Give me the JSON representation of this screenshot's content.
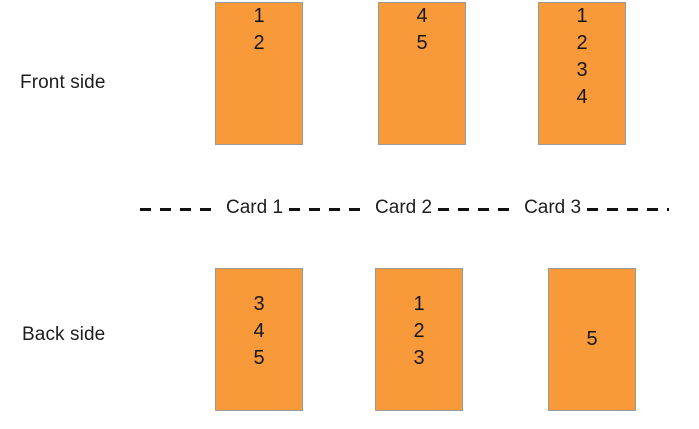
{
  "figure": {
    "background_color": "#ffffff",
    "card_fill_color": "#F89A3A",
    "card_border_color": "#9a9a9a",
    "text_color": "#1d1d1d",
    "dash_color": "#111111"
  },
  "rows": {
    "front": {
      "label": "Front side",
      "cards": [
        {
          "name": "front-card-1",
          "numbers": [
            "1",
            "2"
          ]
        },
        {
          "name": "front-card-2",
          "numbers": [
            "4",
            "5"
          ]
        },
        {
          "name": "front-card-3",
          "numbers": [
            "1",
            "2",
            "3",
            "4"
          ]
        }
      ]
    },
    "back": {
      "label": "Back side",
      "cards": [
        {
          "name": "back-card-1",
          "numbers": [
            "3",
            "4",
            "5"
          ]
        },
        {
          "name": "back-card-2",
          "numbers": [
            "1",
            "2",
            "3"
          ]
        },
        {
          "name": "back-card-3",
          "numbers": [
            "5"
          ]
        }
      ]
    }
  },
  "divider": {
    "labels": [
      "Card 1",
      "Card 2",
      "Card 3"
    ]
  }
}
